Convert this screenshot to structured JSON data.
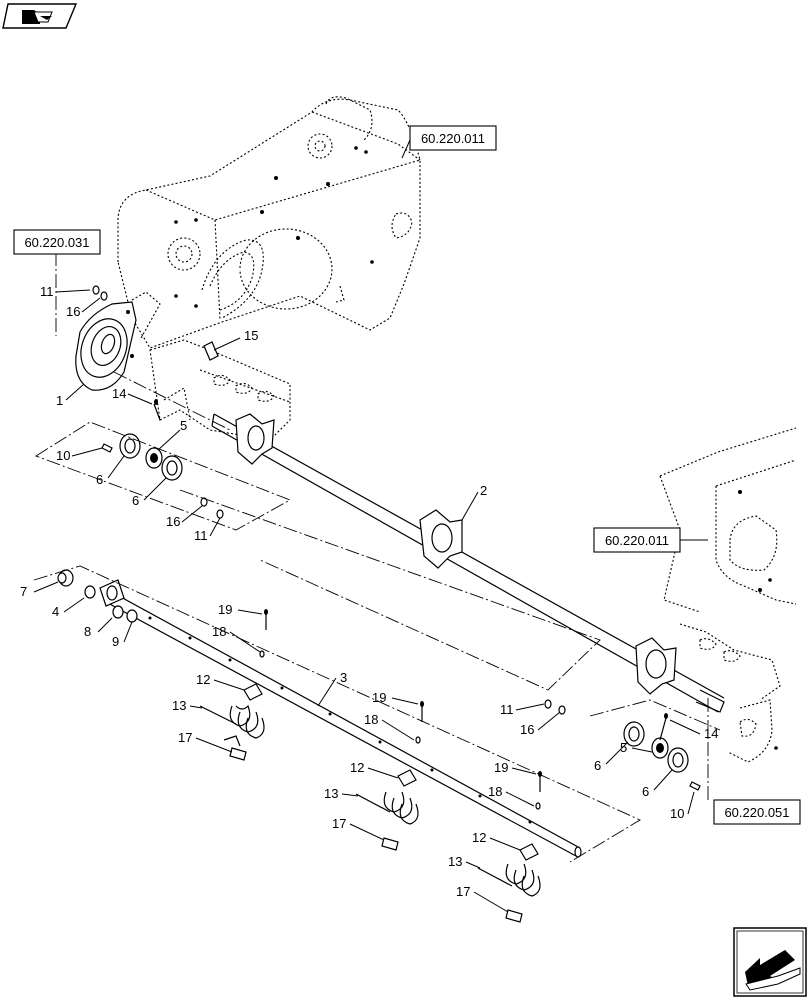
{
  "references": {
    "top": "60.220.011",
    "left": "60.220.031",
    "right_mid": "60.220.011",
    "bottom_right": "60.220.051"
  },
  "callouts": {
    "c1": "1",
    "c2": "2",
    "c3": "3",
    "c4": "4",
    "c5a": "5",
    "c5b": "5",
    "c6a": "6",
    "c6b": "6",
    "c6c": "6",
    "c6d": "6",
    "c7": "7",
    "c8": "8",
    "c9": "9",
    "c10a": "10",
    "c10b": "10",
    "c11a": "11",
    "c11b": "11",
    "c11c": "11",
    "c12a": "12",
    "c12b": "12",
    "c12c": "12",
    "c13a": "13",
    "c13b": "13",
    "c13c": "13",
    "c14a": "14",
    "c14b": "14",
    "c15": "15",
    "c16a": "16",
    "c16b": "16",
    "c16c": "16",
    "c17a": "17",
    "c17b": "17",
    "c17c": "17",
    "c18a": "18",
    "c18b": "18",
    "c18c": "18",
    "c19a": "19",
    "c19b": "19",
    "c19c": "19"
  },
  "icons": {
    "top_left": "book-navigation-icon",
    "bottom_right": "arrow-navigation-icon"
  }
}
